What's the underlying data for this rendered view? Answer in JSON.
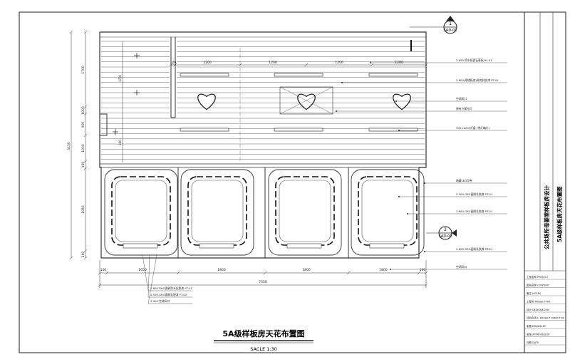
{
  "drawing": {
    "title": "5A级样板房天花布置图",
    "scale": "SACLE  1:30",
    "markers": {
      "top": {
        "num": "1",
        "ref": "SAD-01"
      },
      "side": {
        "num": "2",
        "ref": "SAD-01"
      }
    }
  },
  "dimensions": {
    "top": [
      "100",
      "1200",
      "1200",
      "1200",
      "1200"
    ],
    "bottom_row1": [
      "100",
      "1650",
      "1800",
      "1800",
      "1800",
      "100"
    ],
    "bottom_total": "7550",
    "left": [
      "1700",
      "1000",
      "900",
      "1000",
      "150",
      "1950",
      "100"
    ],
    "left_total": "5150",
    "interior_v": [
      "1700",
      "300"
    ]
  },
  "callouts_right": [
    "2.800 防水纸面石膏板 BL-01",
    "2.800(原楼板底)原房乳胶漆 PT-01",
    "空调风口",
    "原有方案光灯",
    "300×1200灯盘 (带灯箱片)",
    "暗藏LED灯带",
    "2.500 GRG面刷乳胶漆 PT-01",
    "2.600 GRG面刷乳胶漆 PT-01",
    "2.800 GRG面刷乳胶漆 PT-01",
    "空调风口"
  ],
  "callouts_left": [
    "2.800 GRG面刷防水乳胶漆 PT-02",
    "2.500 GRG面刷乳胶漆 PT-02",
    "2.900 空调风口"
  ],
  "title_block": {
    "project_vertical": "公共场所母婴室样板房设计",
    "drawing_vertical": "5A级样板房天花布置图",
    "rows": [
      "工程名称 PROJECT",
      "图纸名称 CONTENT",
      "备注 NOTES",
      "工程号 PROJECT NO.",
      "设计 DESIGNED BY",
      "项目负责人 PROJECT DIRECTOR",
      "制图 DRAWN BY",
      "审核 APPROVED BY",
      "日期 DATE"
    ]
  }
}
